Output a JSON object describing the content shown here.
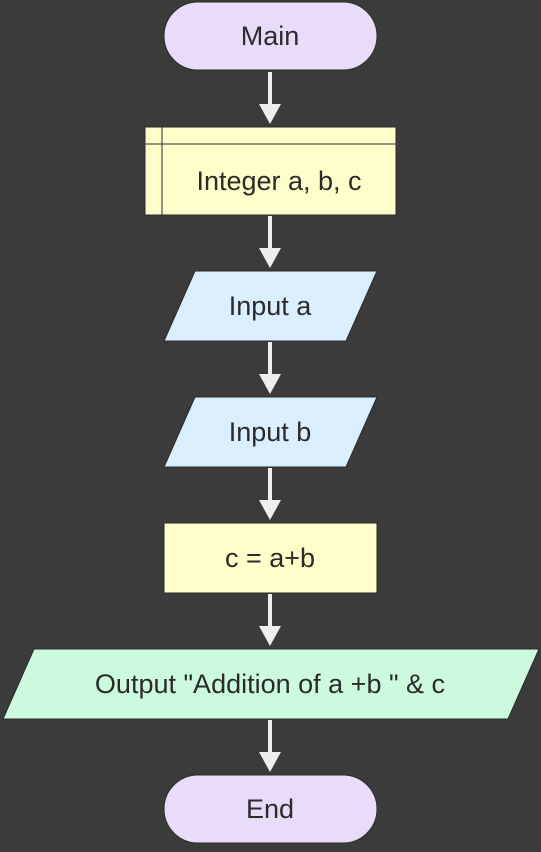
{
  "diagram": {
    "type": "flowchart",
    "nodes": [
      {
        "id": "main",
        "shape": "terminal",
        "label": "Main"
      },
      {
        "id": "declare",
        "shape": "declare",
        "label": "Integer a, b, c"
      },
      {
        "id": "input-a",
        "shape": "input",
        "label": "Input a"
      },
      {
        "id": "input-b",
        "shape": "input",
        "label": "Input b"
      },
      {
        "id": "assign",
        "shape": "process",
        "label": "c = a+b"
      },
      {
        "id": "output",
        "shape": "output",
        "label": "Output \"Addition of a +b \" & c"
      },
      {
        "id": "end",
        "shape": "terminal",
        "label": "End"
      }
    ],
    "edges": [
      [
        "main",
        "declare"
      ],
      [
        "declare",
        "input-a"
      ],
      [
        "input-a",
        "input-b"
      ],
      [
        "input-b",
        "assign"
      ],
      [
        "assign",
        "output"
      ],
      [
        "output",
        "end"
      ]
    ]
  },
  "colors": {
    "background": "#3b3b3b",
    "terminal": "#e8dcf8",
    "declare": "#fefecb",
    "io_input": "#dbeefe",
    "process": "#fefecb",
    "io_output": "#cdfadf",
    "border": "#2b2b2b",
    "arrow": "#eeeeee"
  }
}
